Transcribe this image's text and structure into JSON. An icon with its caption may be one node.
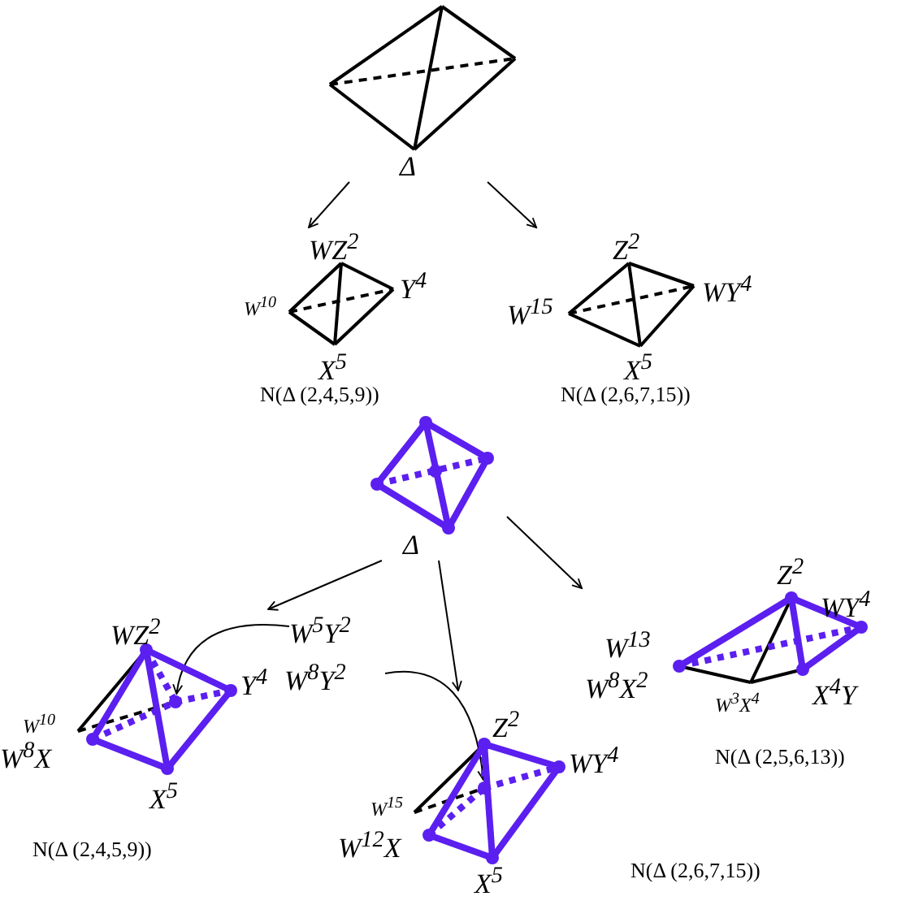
{
  "diagram": {
    "nodes": [
      {
        "text": [
          "Δ"
        ]
      },
      {
        "text": [
          "WZ$^{2}$",
          "Y$^{4}$",
          "W$^{10}$",
          "X$^{5}$"
        ],
        "beside": [
          "N(Δ (2,4,5,9))"
        ]
      },
      {
        "text": [
          "Z$^{2}$",
          "WY$^{4}$",
          "W$^{15}$",
          "X$^{5}$"
        ],
        "beside": [
          "N(Δ (2,6,7,15))"
        ]
      },
      {
        "text": [
          "Δ"
        ]
      },
      {
        "text": [
          "WZ$^{2}$",
          "Y$^{4}$",
          "W$^{10}$",
          "W$^{8}$X",
          "X$^{5}$"
        ],
        "beside": [
          "N(Δ (2,4,5,9))"
        ]
      },
      {
        "text": [
          "W$^{5}$Y$^{2}$"
        ]
      },
      {
        "text": [
          "Z$^{2}$",
          "WY$^{4}$",
          "W$^{13}$",
          "W$^{8}$X$^{2}$",
          "X$^{4}$Y",
          "W$^{3}$X$^{4}$"
        ],
        "beside": [
          "N(Δ (2,5,6,13))"
        ]
      },
      {
        "text": [
          "W$^{8}$Y$^{2}$"
        ]
      },
      {
        "text": [
          "Z$^{2}$",
          "WY$^{4}$",
          "W$^{15}$",
          "W$^{12}$X",
          "X$^{5}$"
        ],
        "beside": [
          "N(Δ (2,6,7,15))"
        ]
      },
      {
        "text": [],
        "shape": "circle",
        "in": 4
      },
      {
        "text": [],
        "shape": "circle",
        "in": 8
      }
    ],
    "edges": [
      {
        "from": 0,
        "to": 1,
        "arrow": "to"
      },
      {
        "from": 0,
        "to": 2,
        "arrow": "to"
      },
      {
        "from": 3,
        "to": 4,
        "arrow": "to"
      },
      {
        "from": 3,
        "to": 8,
        "arrow": "to"
      },
      {
        "from": 3,
        "to": 6,
        "arrow": "to"
      },
      {
        "from": 5,
        "to": 9,
        "arrow": "to"
      },
      {
        "from": 7,
        "to": 10,
        "arrow": "to"
      }
    ]
  }
}
